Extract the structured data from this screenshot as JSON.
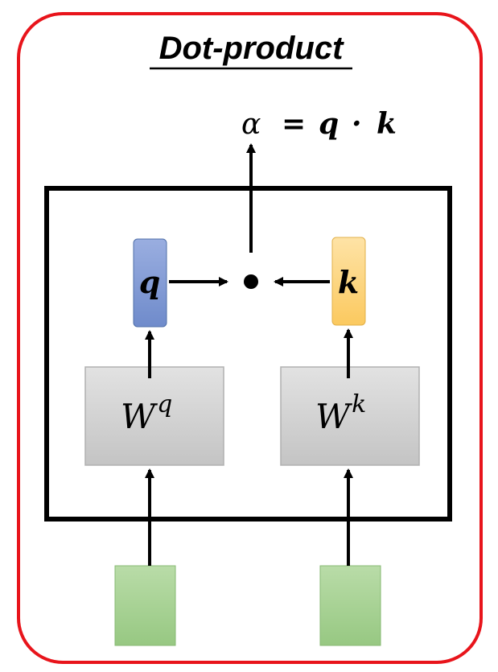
{
  "title": "Dot-product",
  "formula": {
    "lhs": "α",
    "equals": "=",
    "q": "q",
    "dot": "·",
    "k": "k"
  },
  "nodes": {
    "q_vector": "q",
    "k_vector": "k",
    "wq_base": "W",
    "wq_sup": "q",
    "wk_base": "W",
    "wk_sup": "k"
  },
  "colors": {
    "outer_border": "#e8141b",
    "inner_border": "#000000",
    "q_fill": "#7f9ad6",
    "k_fill": "#fdd684",
    "weight_fill": "#d3d3d3",
    "input_fill": "#a6d191"
  }
}
